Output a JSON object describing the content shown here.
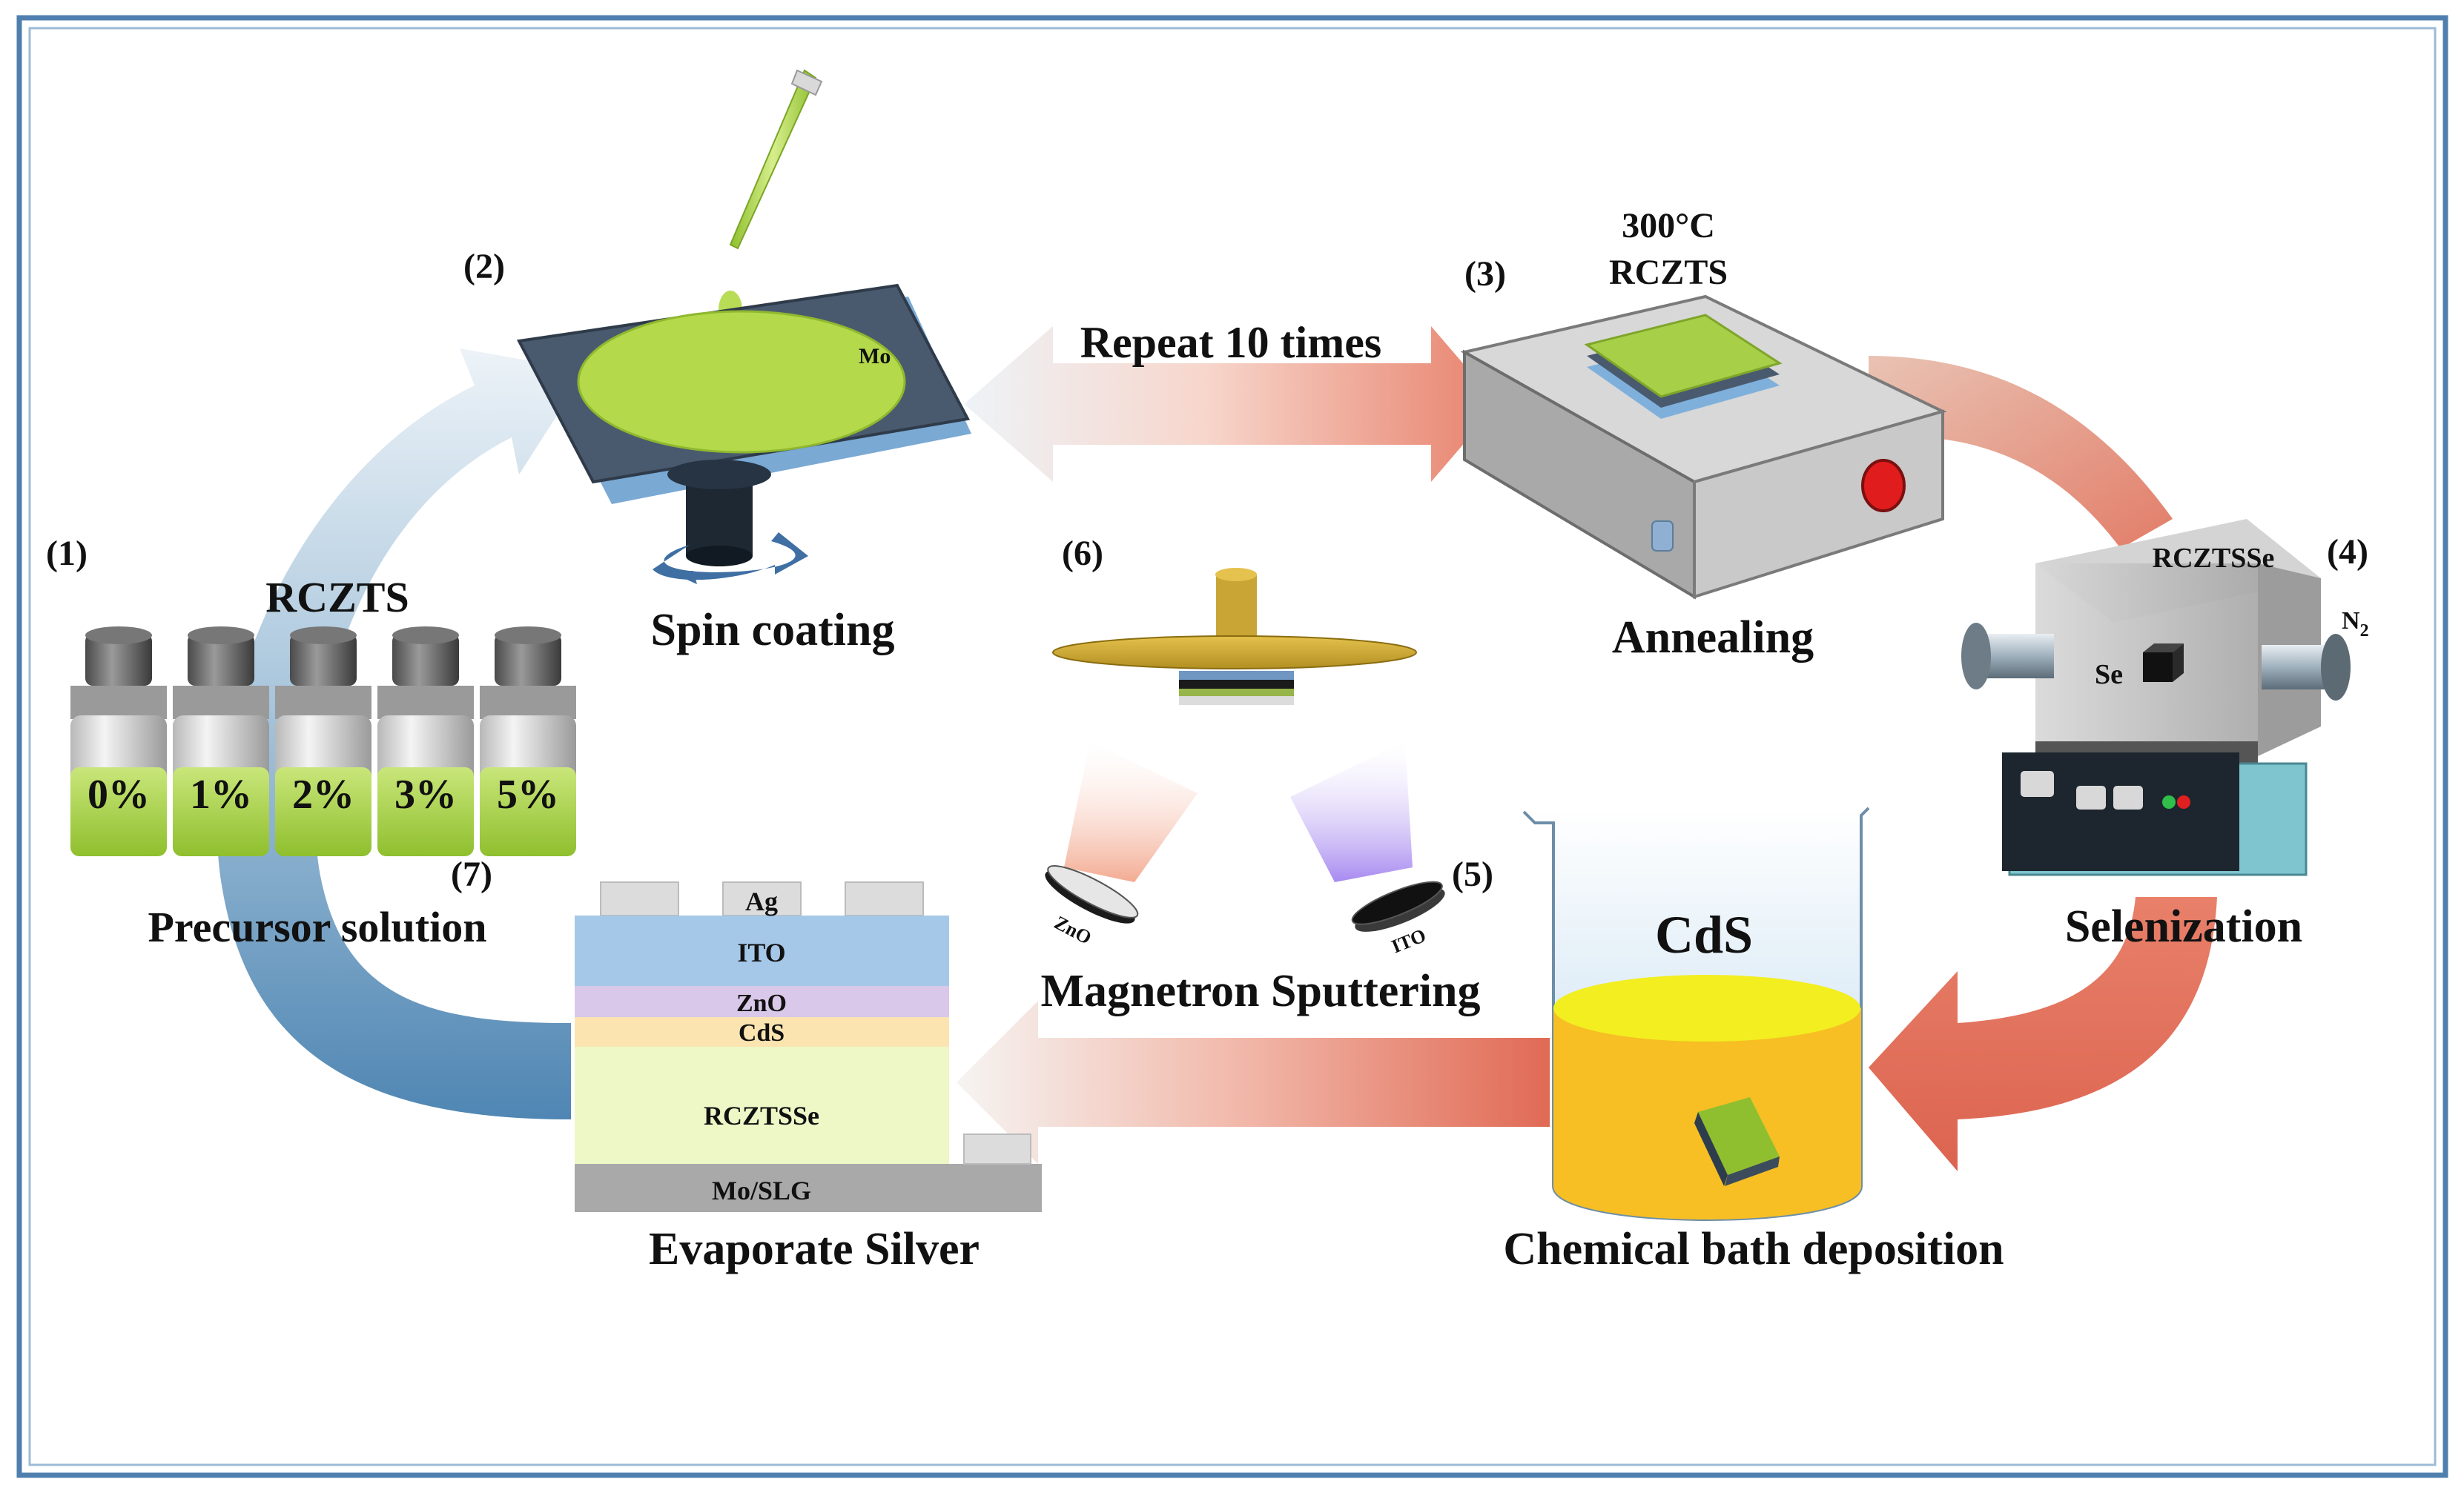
{
  "colors": {
    "frame": "#4f7fae",
    "solution_green": "#a7d14a",
    "arrow_salmon": "#e8806a",
    "arrow_blue": "#5c8fb7",
    "cds_yellow": "#f7bf24"
  },
  "steps": {
    "s1": {
      "num": "(1)",
      "title": "RCZTS",
      "caption": "Precursor solution",
      "vials": [
        "0%",
        "1%",
        "2%",
        "3%",
        "5%"
      ]
    },
    "s2": {
      "num": "(2)",
      "caption": "Spin coating",
      "substrate": "Mo"
    },
    "s3": {
      "num": "(3)",
      "temp": "300°C",
      "material": "RCZTS",
      "caption": "Annealing"
    },
    "s4": {
      "num": "(4)",
      "material": "RCZTSSe",
      "se": "Se",
      "n2_base": "N",
      "n2_sub": "2",
      "caption": "Selenization"
    },
    "s5": {
      "num": "(5)",
      "material": "CdS",
      "caption": "Chemical bath deposition"
    },
    "s6": {
      "num": "(6)",
      "target_zno": "ZnO",
      "target_ito": "ITO",
      "caption": "Magnetron Sputtering"
    },
    "s7": {
      "num": "(7)",
      "caption": "Evaporate Silver",
      "layers": [
        "Ag",
        "ITO",
        "ZnO",
        "CdS",
        "RCZTSSe",
        "Mo/SLG"
      ]
    }
  },
  "repeat_label": "Repeat 10 times"
}
